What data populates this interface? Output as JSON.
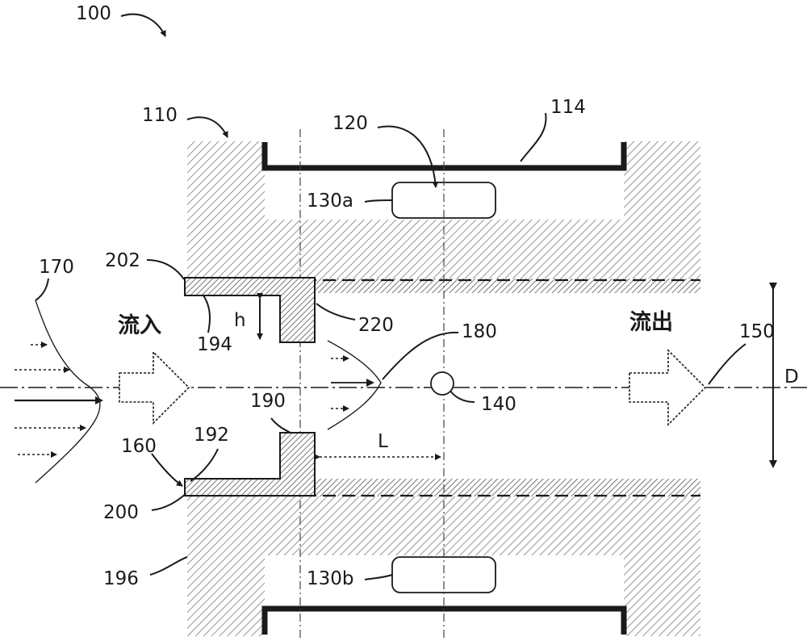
{
  "figure": {
    "ref_100": "100",
    "ref_110": "110",
    "ref_114": "114",
    "ref_120": "120",
    "ref_130a": "130a",
    "ref_130b": "130b",
    "ref_140": "140",
    "ref_150": "150",
    "ref_160": "160",
    "ref_170": "170",
    "ref_180": "180",
    "ref_190": "190",
    "ref_192": "192",
    "ref_194": "194",
    "ref_196": "196",
    "ref_200": "200",
    "ref_202": "202",
    "ref_220": "220",
    "dim_h": "h",
    "dim_L": "L",
    "dim_D": "D",
    "inflow": "流入",
    "outflow": "流出"
  }
}
